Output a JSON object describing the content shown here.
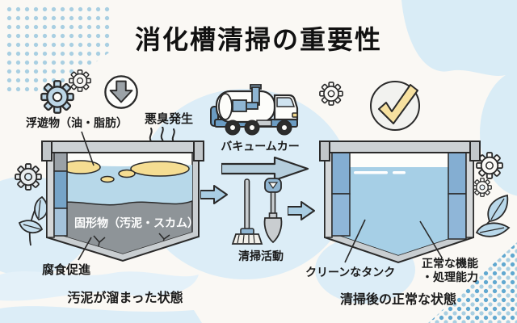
{
  "title": "消化槽清掃の重要性",
  "left_tank": {
    "floating_label": "浮遊物（油・脂肪）",
    "odor_label": "悪臭発生",
    "solids_label": "固形物（汚泥・スカム）",
    "corrosion_label": "腐食促進",
    "caption": "汚泥が溜まった状態"
  },
  "middle": {
    "truck_label": "バキュームカー",
    "cleaning_label": "清掃活動"
  },
  "right_tank": {
    "clean_label": "クリーンなタンク",
    "function_label_line1": "正常な機能",
    "function_label_line2": "・処理能力",
    "caption": "清掃後の正常な状態"
  },
  "icons": {
    "gear": "gear",
    "down_arrow_circle": "down-arrow-in-circle",
    "check_circle": "check-mark-in-circle",
    "vacuum_truck": "vacuum-truck",
    "broom": "broom",
    "shovel": "shovel",
    "steam": "odor-steam-waves",
    "leaf": "leaves",
    "arrow_right": "right-arrow"
  },
  "colors": {
    "background": "#faf8f4",
    "blob_blue": "#d9ecf6",
    "dot_blue_light": "#a9cfe2",
    "dot_blue_dark": "#60a8d0",
    "dirty_water_blue": "#b7d8e9",
    "clean_water_blue": "#a6cfe6",
    "sludge_gray": "#8e9498",
    "scum_yellow": "#f5dd92",
    "check_yellow": "#f7e1a0",
    "pillar_blue": "#76a4c8",
    "arrow_blue": "#b5cedd",
    "outline": "#2a2a2a"
  }
}
